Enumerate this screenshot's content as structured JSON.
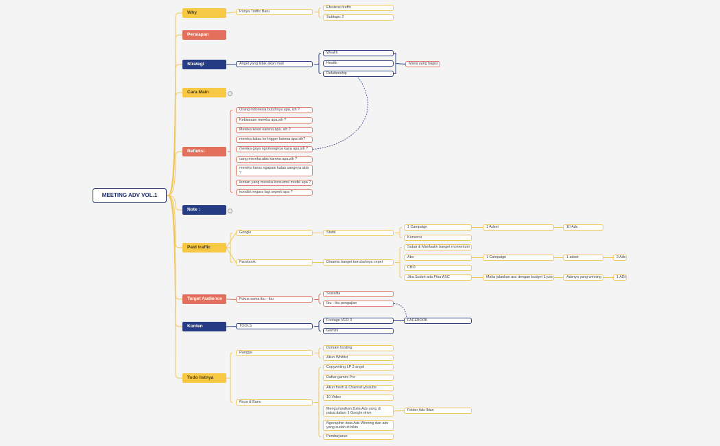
{
  "root": "MEETING ADV VOL.1",
  "colors": {
    "yellow": "#f7c844",
    "red": "#e3705c",
    "blue": "#263d86",
    "yellow_border": "#f2c65a",
    "red_border": "#e0786a",
    "blue_border": "#2a3f87"
  },
  "categories": {
    "why": "Why",
    "persiapan": "Persiapan",
    "strategi": "Strategi",
    "cara_main": "Cara Main",
    "refleksi": "Refleksi",
    "note": "Note :",
    "paid_traffic": "Paid traffic",
    "target_audience": "Target Audience",
    "konten": "Konten",
    "todo": "Todo listnya"
  },
  "why": {
    "l1": "Punya Traffic Baru",
    "l2": [
      "Efesiensi traffic",
      "Subtopic 2"
    ]
  },
  "strategi": {
    "l1": "Angel yang tidak akan mati",
    "l2": [
      "Wealth",
      "Health",
      "Relationship"
    ],
    "l3": "Mana yang bagus"
  },
  "refleksi": {
    "items": [
      "Orang indonesia butuhnya apa, sih ?",
      "Kebiasaan mereka apa,sih ?",
      "Mereka kesel karena apa, sih ?",
      "mereka kalau ke trigger karena apa sih?",
      "mereka gaya ngomongnya kaya apa,sih ?",
      "uang mereka abis karena apa,sih ?",
      "mereka harus ngapain kalau uangnya abis ?",
      "kontan yang mereka konsumsi model apa ?",
      "kondisi negara lagi seperti apa ?"
    ]
  },
  "paid": {
    "google": "Google",
    "google_l2": "Stabil",
    "google_l3": [
      "1 Campaign",
      "Konversi"
    ],
    "google_l4": "1 Adset",
    "google_l5": "10 Ads",
    "facebook": "Facebook",
    "facebook_l2": "Dinamis banget berubahnya cepet",
    "facebook_l3": [
      "Sabar & Manfaatin banget momentum",
      "Abo",
      "CBO",
      "Jika Sudah ada Fitur ASC"
    ],
    "abo_l4": "1 Campaign",
    "abo_l5": "1 adset",
    "abo_l6": "3 Ads",
    "asc_l4": "Maka jalankan asc dengan budget 1 juta",
    "asc_l5": "Adsnya yang winning",
    "asc_l6": "1 ADS"
  },
  "target": {
    "l1": "Fokus sama ibu - ibu",
    "l2": [
      "Sosialita",
      "Ibu - ibu pengajian"
    ]
  },
  "konten": {
    "l1": "TOOLS",
    "l2": [
      "Footage VEO 3",
      "Gemini"
    ],
    "l3": "FACEBOOK"
  },
  "todo": {
    "rangga": "Rangga",
    "rangga_items": [
      "Domain hosting",
      "Akun Whitlist"
    ],
    "reza": "Reza & Banu",
    "reza_items": [
      "Copywriting LP 3 angel",
      "Daftar gamini Pro",
      "Akun fresh & Channel youtube",
      "10 Video",
      "Mengumpulkan Data Ads yang di pakai dalam 1 Google drive",
      "Ngerapihin data Ads Winning dan ads yang sudah di bikin",
      "Pembayaran"
    ],
    "folder": "Folder Ads Iklan"
  }
}
